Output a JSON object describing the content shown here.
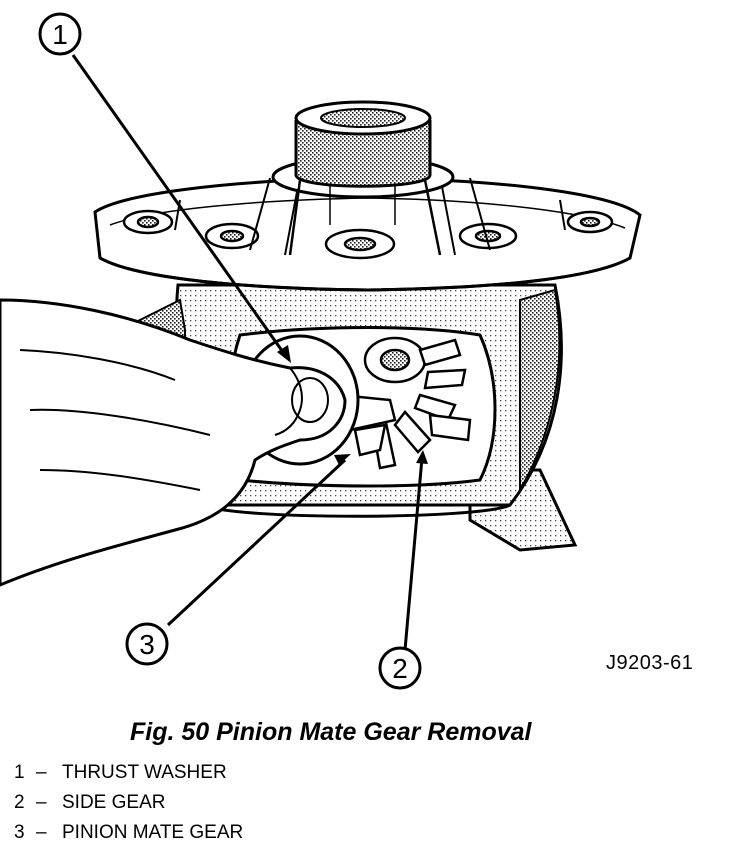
{
  "callouts": [
    {
      "number": "1"
    },
    {
      "number": "2"
    },
    {
      "number": "3"
    }
  ],
  "drawing_id": "J9203-61",
  "caption": "Fig. 50 Pinion Mate Gear Removal",
  "legend": [
    {
      "number": "1",
      "dash": "–",
      "label": "THRUST WASHER"
    },
    {
      "number": "2",
      "dash": "–",
      "label": "SIDE GEAR"
    },
    {
      "number": "3",
      "dash": "–",
      "label": "PINION MATE GEAR"
    }
  ]
}
